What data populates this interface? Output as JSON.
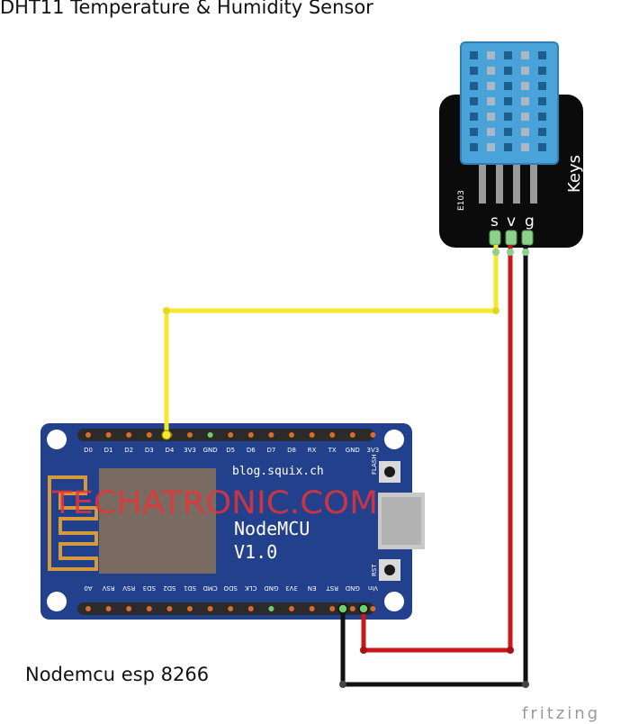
{
  "title": "DHT11 Temperature & Humidity Sensor",
  "sensor": {
    "brand": "Keys",
    "part_code": "E103",
    "pins": [
      "s",
      "v",
      "g"
    ]
  },
  "board": {
    "caption": "Nodemcu esp 8266",
    "name": "NodeMCU",
    "version": "V1.0",
    "url": "blog.squix.ch",
    "watermark": "TECHATRONIC.COM",
    "flash_label": "FLASH",
    "rst_label": "RST",
    "top_pins": [
      "D0",
      "D1",
      "D2",
      "D3",
      "D4",
      "3V3",
      "GND",
      "D5",
      "D6",
      "D7",
      "D8",
      "RX",
      "TX",
      "GND",
      "3V3"
    ],
    "bottom_pins": [
      "A0",
      "RSV",
      "RSV",
      "SD3",
      "SD2",
      "SD1",
      "CMD",
      "SDO",
      "CLK",
      "GND",
      "3V3",
      "EN",
      "RST",
      "GND",
      "Vin"
    ]
  },
  "wires": [
    {
      "name": "signal-wire",
      "from": "s",
      "to": "D4",
      "color": "#f2ea2b"
    },
    {
      "name": "vcc-wire",
      "from": "v",
      "to": "Vin",
      "color": "#c8181a"
    },
    {
      "name": "ground-wire",
      "from": "g",
      "to": "GND",
      "color": "#111111"
    }
  ],
  "corner_text": "fritzing",
  "colors": {
    "board": "#23408c",
    "sensor_body": "#4aa3d8",
    "sensor_module": "#0b0b0b",
    "watermark": "#e8343a"
  }
}
